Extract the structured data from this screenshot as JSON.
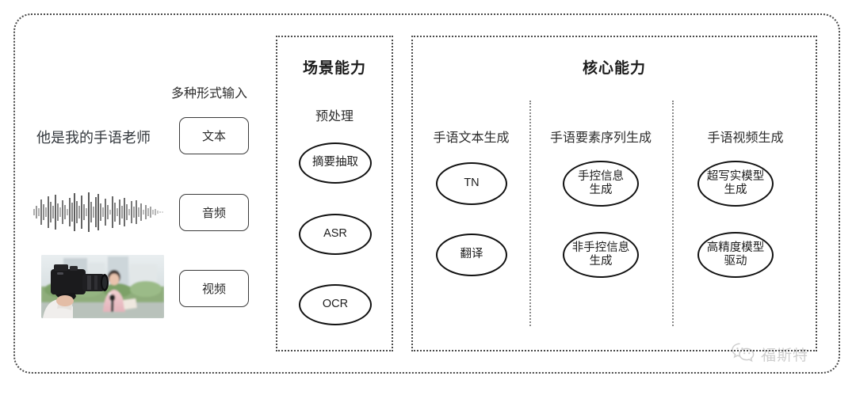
{
  "diagram": {
    "input_section": {
      "heading": "多种形式输入",
      "rows": [
        {
          "sample": "他是我的手语老师",
          "button": "文本",
          "media": "text"
        },
        {
          "sample": "",
          "button": "音频",
          "media": "waveform"
        },
        {
          "sample": "",
          "button": "视频",
          "media": "video-thumbnail"
        }
      ]
    },
    "scene_panel": {
      "title": "场景能力",
      "columns": [
        {
          "label": "预处理",
          "nodes": [
            "摘要抽取",
            "ASR",
            "OCR"
          ]
        }
      ]
    },
    "core_panel": {
      "title": "核心能力",
      "columns": [
        {
          "label": "手语文本生成",
          "nodes": [
            "TN",
            "翻译"
          ]
        },
        {
          "label": "手语要素序列生成",
          "nodes": [
            "手控信息\n生成",
            "非手控信息\n生成"
          ]
        },
        {
          "label": "手语视频生成",
          "nodes": [
            "超写实模型\n生成",
            "高精度模型\n驱动"
          ]
        }
      ]
    },
    "watermark": {
      "icon": "wechat-bubbles-icon",
      "text": "福斯特"
    },
    "colors": {
      "border": "#4a4a4a",
      "node_stroke": "#111111",
      "text": "#2b2b2b",
      "watermark": "#8d8d8d"
    }
  }
}
